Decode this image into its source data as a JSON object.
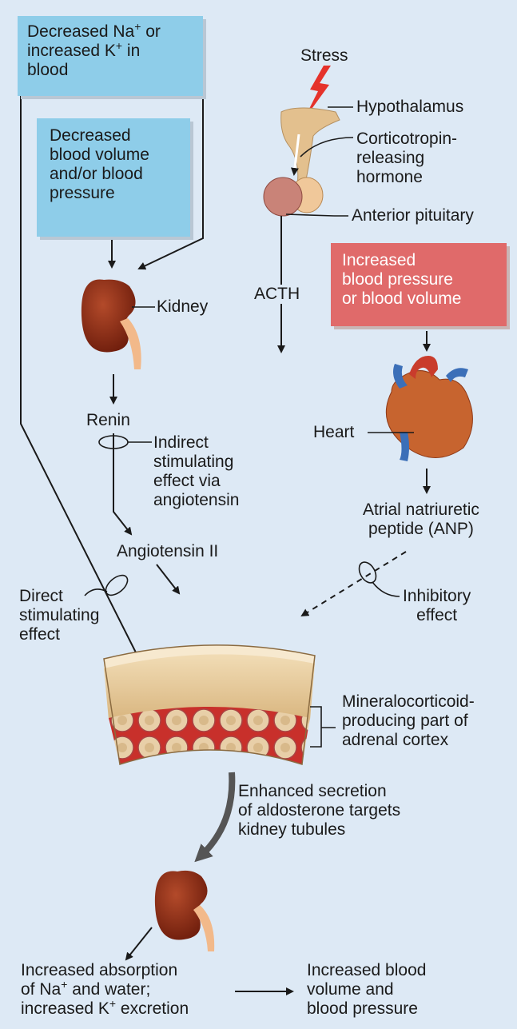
{
  "boxes": {
    "na_k_l1": "Decreased Na",
    "na_k_l1_sup": "+",
    "na_k_l1_end": " or",
    "na_k_l2": "increased K",
    "na_k_l2_sup": "+",
    "na_k_l2_end": " in",
    "na_k_l3": "blood",
    "volume": [
      "Decreased",
      "blood volume",
      "and/or blood",
      "pressure"
    ],
    "increased_bp": [
      "Increased",
      "blood pressure",
      "or blood volume"
    ]
  },
  "labels": {
    "stress": "Stress",
    "hypothalamus": "Hypothalamus",
    "crh": [
      "Corticotropin-",
      "releasing",
      "hormone"
    ],
    "anterior_pituitary": "Anterior pituitary",
    "acth": "ACTH",
    "kidney": "Kidney",
    "renin": "Renin",
    "indirect": [
      "Indirect",
      "stimulating",
      "effect via",
      "angiotensin"
    ],
    "angiotensin_ii": "Angiotensin II",
    "direct": [
      "Direct",
      "stimulating",
      "effect"
    ],
    "heart": "Heart",
    "anp": [
      "Atrial natriuretic",
      "peptide (ANP)"
    ],
    "inhibitory": [
      "Inhibitory",
      "effect"
    ],
    "adrenal": [
      "Mineralocorticoid-",
      "producing part of",
      "adrenal cortex"
    ],
    "aldosterone": [
      "Enhanced secretion",
      "of aldosterone targets",
      "kidney tubules"
    ],
    "absorption_l1": "Increased absorption",
    "absorption_l2a": "of Na",
    "absorption_l2_sup": "+",
    "absorption_l2b": " and water;",
    "absorption_l3a": "increased K",
    "absorption_l3_sup": "+",
    "absorption_l3b": " excretion",
    "result": [
      "Increased blood",
      "volume and",
      "blood pressure"
    ]
  },
  "colors": {
    "background": "#dde9f5",
    "blue_box": "#8ecde9",
    "red_box": "#e06a6a",
    "kidney": "#8e2c14",
    "stress_bolt": "#e5322b"
  }
}
